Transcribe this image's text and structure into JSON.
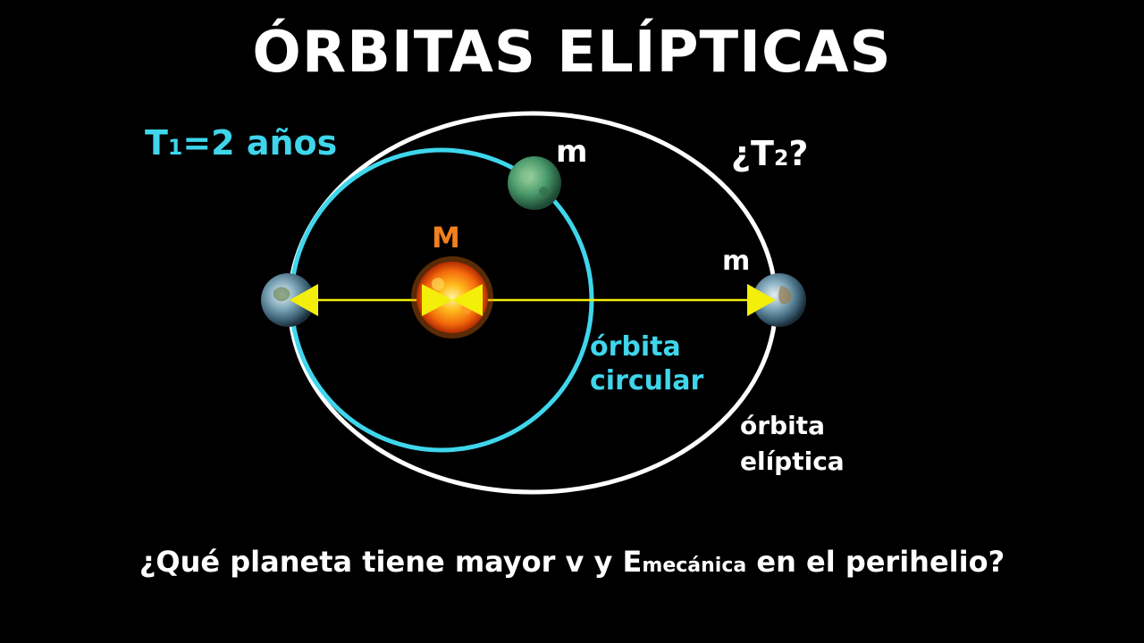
{
  "title": "ÓRBITAS ELÍPTICAS",
  "period_known": {
    "prefix": "T",
    "sub": "1",
    "suffix": "=2 años"
  },
  "period_unknown": {
    "prefix": "¿T",
    "sub": "2",
    "suffix": "?"
  },
  "planet_label_circular": "m",
  "planet_label_elliptic": "m",
  "sun_label": "M",
  "circular_orbit_label": {
    "line1": "órbita",
    "line2": "circular"
  },
  "elliptic_orbit_label": {
    "line1": "órbita",
    "line2": "elíptica"
  },
  "question": {
    "part1": "¿Qué planeta tiene mayor v y E",
    "sub": "mecánica",
    "part2": " en el perihelio?"
  },
  "colors": {
    "background": "#000000",
    "circular_orbit": "#3fd6ec",
    "elliptic_orbit": "#ffffff",
    "sun_label": "#f2801e",
    "axis_arrow": "#f4ef0a"
  },
  "icons": [
    "sun-icon",
    "green-planet-icon",
    "earth-icon-left",
    "earth-icon-right"
  ]
}
